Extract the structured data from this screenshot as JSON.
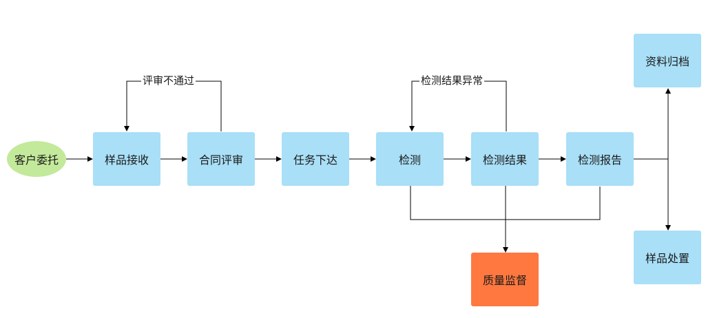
{
  "nodes": {
    "client_commission": "客户委托",
    "sample_receipt": "样品接收",
    "contract_review": "合同评审",
    "task_dispatch": "任务下达",
    "testing": "检测",
    "test_result": "检测结果",
    "test_report": "检测报告",
    "archive": "资料归档",
    "sample_disposal": "样品处置",
    "quality_supervision": "质量监督"
  },
  "edge_labels": {
    "review_failed": "评审不通过",
    "result_abnormal": "检测结果异常"
  },
  "colors": {
    "process_box": "#a9dff7",
    "start_oval": "#c3e99a",
    "supervision_box": "#ff7840",
    "line": "#000000"
  }
}
